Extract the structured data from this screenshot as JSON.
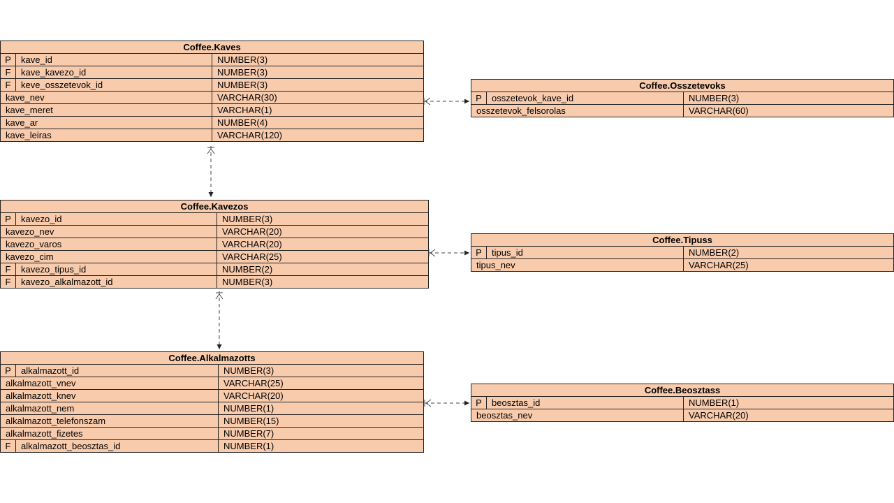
{
  "tables": {
    "kaves": {
      "title": "Coffee.Kaves",
      "rows": [
        {
          "key": "P",
          "name": "kave_id",
          "type": "NUMBER(3)"
        },
        {
          "key": "F",
          "name": "kave_kavezo_id",
          "type": "NUMBER(3)"
        },
        {
          "key": "F",
          "name": "keve_osszetevok_id",
          "type": "NUMBER(3)"
        },
        {
          "key": "",
          "name": "kave_nev",
          "type": "VARCHAR(30)"
        },
        {
          "key": "",
          "name": "kave_meret",
          "type": "VARCHAR(1)"
        },
        {
          "key": "",
          "name": "kave_ar",
          "type": "NUMBER(4)"
        },
        {
          "key": "",
          "name": "kave_leiras",
          "type": "VARCHAR(120)"
        }
      ]
    },
    "osszetevoks": {
      "title": "Coffee.Osszetevoks",
      "rows": [
        {
          "key": "P",
          "name": "osszetevok_kave_id",
          "type": "NUMBER(3)"
        },
        {
          "key": "",
          "name": "osszetevok_felsorolas",
          "type": "VARCHAR(60)"
        }
      ]
    },
    "kavezos": {
      "title": "Coffee.Kavezos",
      "rows": [
        {
          "key": "P",
          "name": "kavezo_id",
          "type": "NUMBER(3)"
        },
        {
          "key": "",
          "name": "kavezo_nev",
          "type": "VARCHAR(20)"
        },
        {
          "key": "",
          "name": "kavezo_varos",
          "type": "VARCHAR(20)"
        },
        {
          "key": "",
          "name": "kavezo_cim",
          "type": "VARCHAR(25)"
        },
        {
          "key": "F",
          "name": "kavezo_tipus_id",
          "type": "NUMBER(2)"
        },
        {
          "key": "F",
          "name": "kavezo_alkalmazott_id",
          "type": "NUMBER(3)"
        }
      ]
    },
    "tipuss": {
      "title": "Coffee.Tipuss",
      "rows": [
        {
          "key": "P",
          "name": "tipus_id",
          "type": "NUMBER(2)"
        },
        {
          "key": "",
          "name": "tipus_nev",
          "type": "VARCHAR(25)"
        }
      ]
    },
    "alkalmazotts": {
      "title": "Coffee.Alkalmazotts",
      "rows": [
        {
          "key": "P",
          "name": "alkalmazott_id",
          "type": "NUMBER(3)"
        },
        {
          "key": "",
          "name": "alkalmazott_vnev",
          "type": "VARCHAR(25)"
        },
        {
          "key": "",
          "name": "alkalmazott_knev",
          "type": "VARCHAR(20)"
        },
        {
          "key": "",
          "name": "alkalmazott_nem",
          "type": "NUMBER(1)"
        },
        {
          "key": "",
          "name": "alkalmazott_telefonszam",
          "type": "NUMBER(15)"
        },
        {
          "key": "",
          "name": "alkalmazott_fizetes",
          "type": "NUMBER(7)"
        },
        {
          "key": "F",
          "name": "alkalmazott_beosztas_id",
          "type": "NUMBER(1)"
        }
      ]
    },
    "beosztass": {
      "title": "Coffee.Beosztass",
      "rows": [
        {
          "key": "P",
          "name": "beosztas_id",
          "type": "NUMBER(1)"
        },
        {
          "key": "",
          "name": "beosztas_nev",
          "type": "VARCHAR(20)"
        }
      ]
    }
  },
  "colors": {
    "table_fill": "#f8cbad",
    "border": "#222222",
    "connector": "#444444"
  }
}
